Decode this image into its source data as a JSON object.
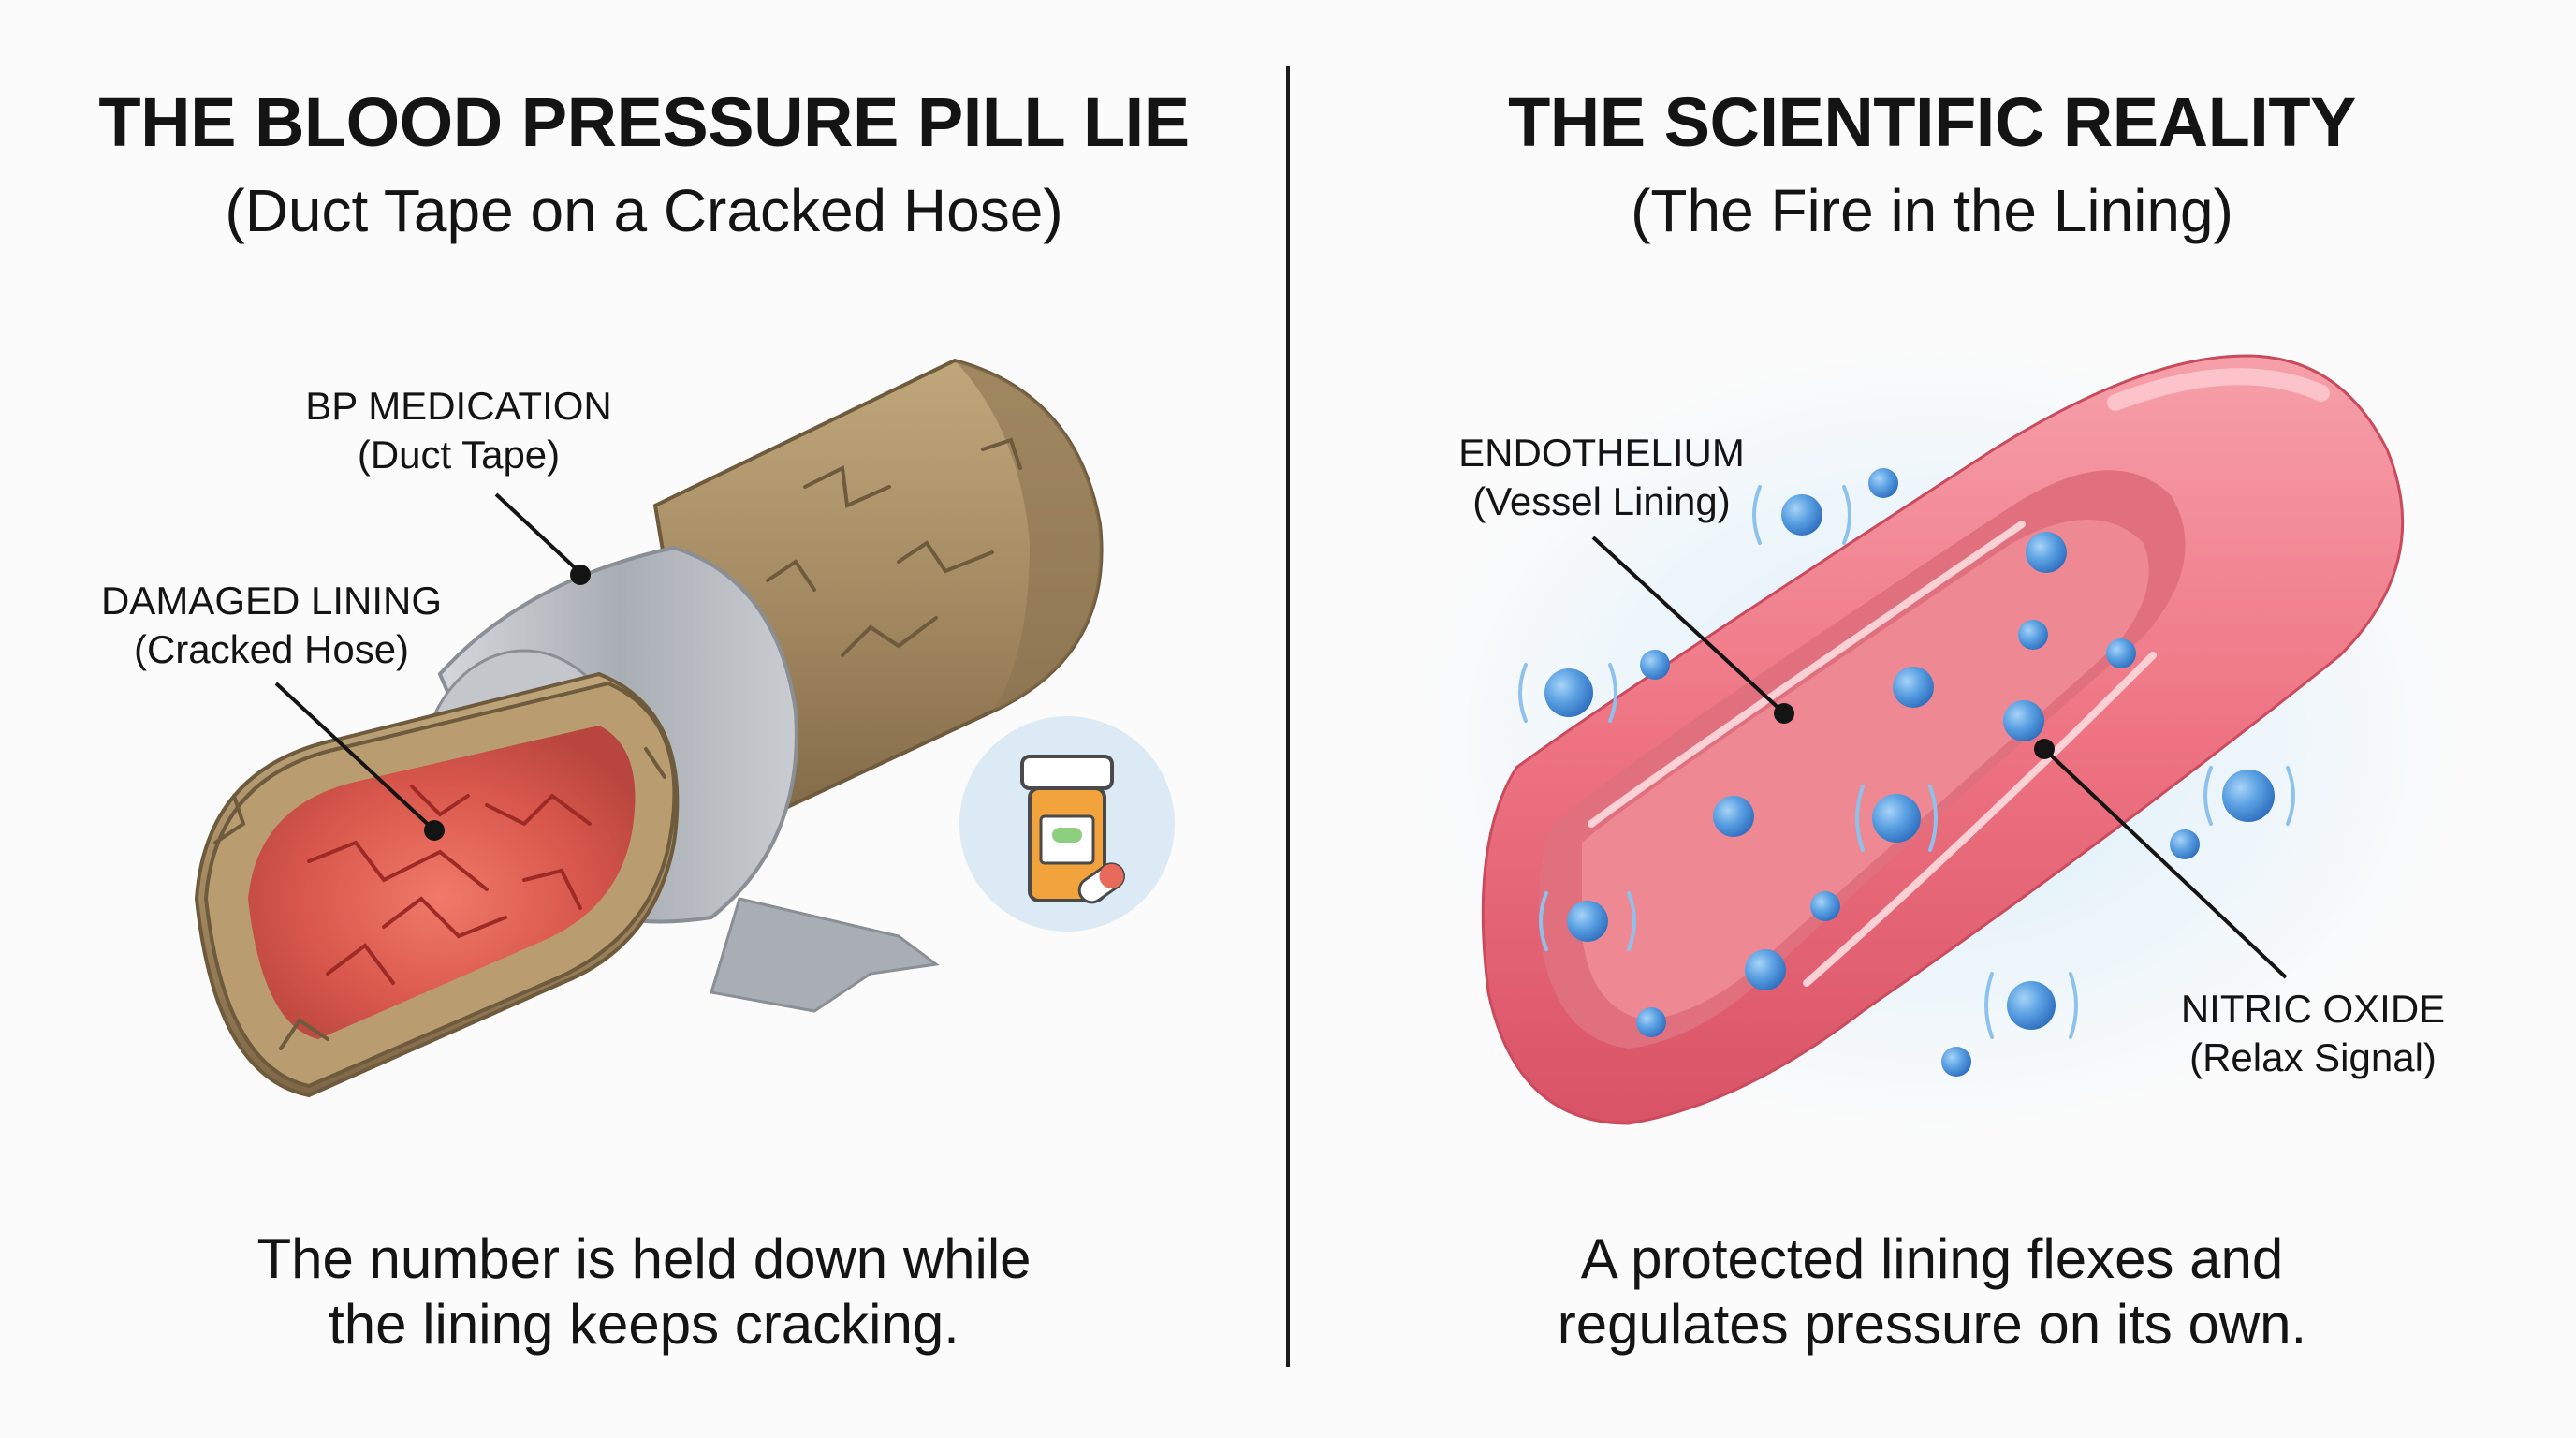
{
  "left": {
    "title": "THE BLOOD PRESSURE PILL LIE",
    "subtitle": "(Duct Tape on a Cracked Hose)",
    "labels": {
      "bp_medication": {
        "name": "BP MEDICATION",
        "note": "(Duct Tape)"
      },
      "damaged_lining": {
        "name": "DAMAGED LINING",
        "note": "(Cracked Hose)"
      }
    },
    "caption_line1": "The number is held down while",
    "caption_line2": "the lining keeps cracking.",
    "icon": "pill-bottle-icon"
  },
  "right": {
    "title": "THE SCIENTIFIC REALITY",
    "subtitle": "(The Fire in the Lining)",
    "labels": {
      "endothelium": {
        "name": "ENDOTHELIUM",
        "note": "(Vessel Lining)"
      },
      "nitric_oxide": {
        "name": "NITRIC OXIDE",
        "note": "(Relax Signal)"
      }
    },
    "caption_line1": "A protected lining flexes and",
    "caption_line2": "regulates pressure on its own."
  },
  "colors": {
    "hose": "#a48a62",
    "hose_dark": "#6e5a3c",
    "inflamed": "#e05a4e",
    "tape": "#b8bcc2",
    "vessel": "#ee7382",
    "vessel_inner": "#e6727f",
    "molecule": "#4a90d9",
    "glow": "#cfe7f7"
  }
}
